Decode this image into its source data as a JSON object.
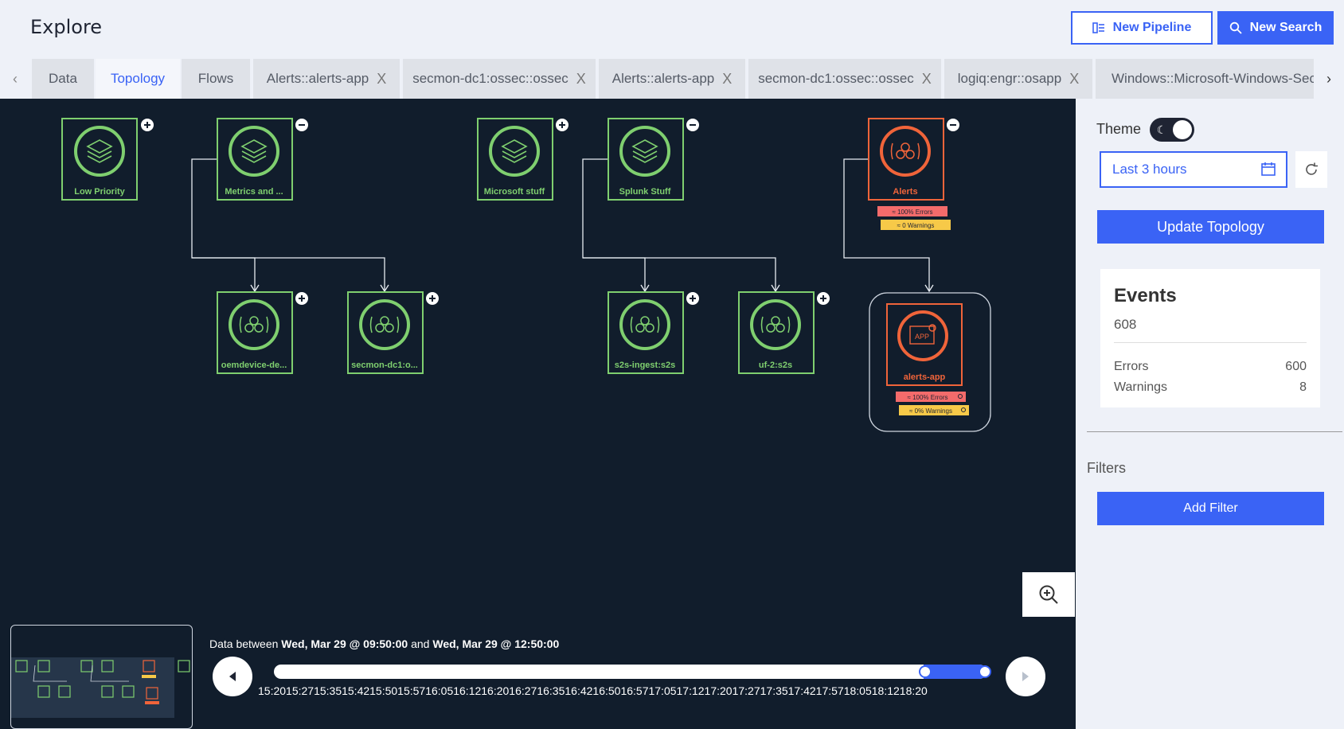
{
  "header": {
    "title": "Explore",
    "new_pipeline_label": "New Pipeline",
    "new_search_label": "New Search",
    "pipeline_icon": "pipeline-icon",
    "search_icon": "search-icon"
  },
  "tabs": [
    {
      "label": "Data",
      "closable": false,
      "active": false
    },
    {
      "label": "Topology",
      "closable": false,
      "active": true
    },
    {
      "label": "Flows",
      "closable": false,
      "active": false
    },
    {
      "label": "Alerts::alerts-app",
      "closable": true,
      "active": false
    },
    {
      "label": "secmon-dc1:ossec::ossec",
      "closable": true,
      "active": false
    },
    {
      "label": "Alerts::alerts-app",
      "closable": true,
      "active": false
    },
    {
      "label": "secmon-dc1:ossec::ossec",
      "closable": true,
      "active": false
    },
    {
      "label": "logiq:engr::osapp",
      "closable": true,
      "active": false
    },
    {
      "label": "Windows::Microsoft-Windows-Sec...",
      "closable": false,
      "active": false
    }
  ],
  "tab_close_glyph": "X",
  "topology": {
    "colors": {
      "ok": "#7fcf6f",
      "alert": "#f0643a",
      "bg": "#111d2c",
      "error_badge": "#f46b6b",
      "warning_badge": "#f7c948"
    },
    "nodes": [
      {
        "id": "low-priority",
        "label": "Low Priority",
        "kind": "group",
        "status": "ok",
        "toggle": "plus"
      },
      {
        "id": "metrics",
        "label": "Metrics and ...",
        "kind": "group",
        "status": "ok",
        "toggle": "minus"
      },
      {
        "id": "microsoft",
        "label": "Microsoft stuff",
        "kind": "group",
        "status": "ok",
        "toggle": "plus"
      },
      {
        "id": "splunk",
        "label": "Splunk Stuff",
        "kind": "group",
        "status": "ok",
        "toggle": "minus"
      },
      {
        "id": "alerts",
        "label": "Alerts",
        "kind": "group",
        "status": "alert",
        "toggle": "minus",
        "errors_badge": "≈ 100% Errors",
        "warnings_badge": "≈ 0 Warnings"
      },
      {
        "id": "oemdevice",
        "label": "oemdevice-de...",
        "kind": "source",
        "status": "ok",
        "toggle": "plus"
      },
      {
        "id": "secmon",
        "label": "secmon-dc1:o...",
        "kind": "source",
        "status": "ok",
        "toggle": "plus"
      },
      {
        "id": "s2s-ingest",
        "label": "s2s-ingest:s2s",
        "kind": "source",
        "status": "ok",
        "toggle": "plus"
      },
      {
        "id": "uf-2",
        "label": "uf-2:s2s",
        "kind": "source",
        "status": "ok",
        "toggle": "plus"
      },
      {
        "id": "alerts-app",
        "label": "alerts-app",
        "kind": "app",
        "status": "alert",
        "icon_text": "APP",
        "errors_badge": "≈ 100% Errors",
        "warnings_badge": "≈ 0% Warnings"
      }
    ]
  },
  "sidebar": {
    "theme_label": "Theme",
    "time_range": "Last 3 hours",
    "update_label": "Update Topology",
    "events": {
      "title": "Events",
      "total": "608",
      "errors_label": "Errors",
      "errors_value": "600",
      "warnings_label": "Warnings",
      "warnings_value": "8"
    },
    "filters_label": "Filters",
    "add_filter_label": "Add Filter"
  },
  "timeline": {
    "prefix": "Data between",
    "start": "Wed, Mar 29 @ 09:50:00",
    "and": "and",
    "end": "Wed, Mar 29 @ 12:50:00",
    "ticks": "15:2015:2715:3515:4215:5015:5716:0516:1216:2016:2716:3516:4216:5016:5717:0517:1217:2017:2717:3517:4217:5718:0518:1218:20",
    "selection": [
      0.853,
      0.942
    ]
  }
}
